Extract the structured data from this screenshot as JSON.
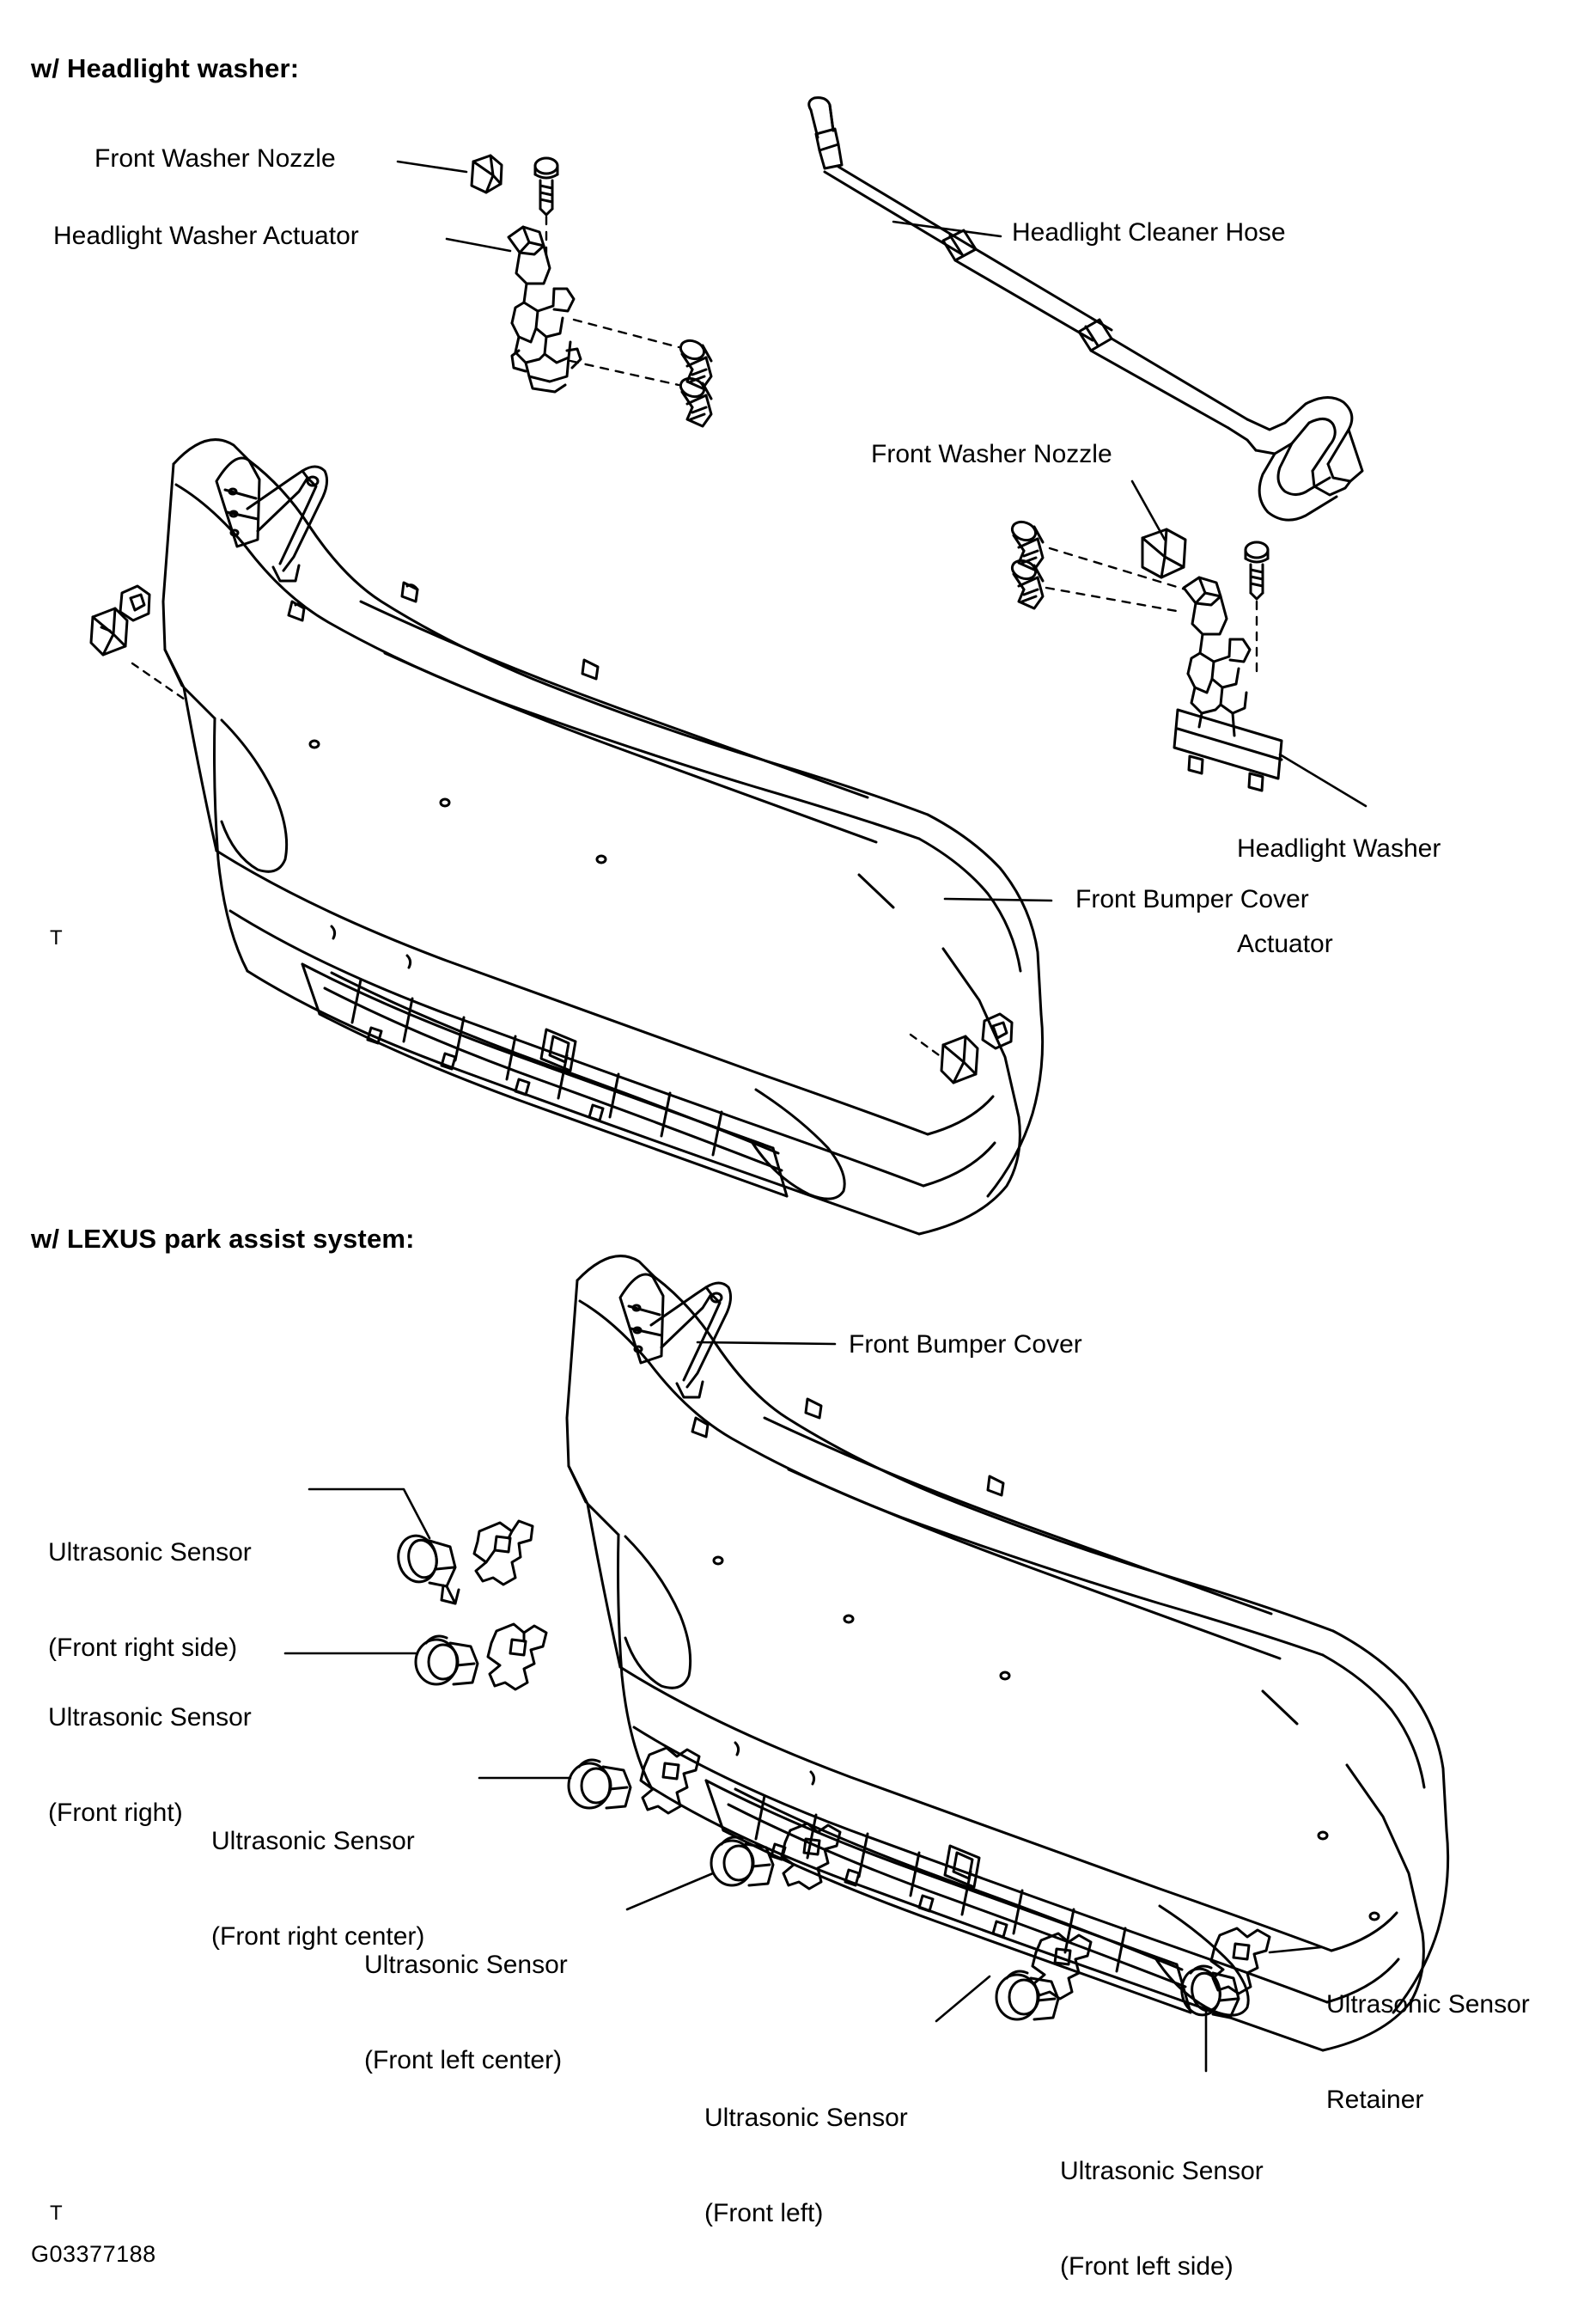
{
  "document": {
    "figure_code": "G03377188",
    "page_marks": [
      "T",
      "T"
    ]
  },
  "sections": [
    {
      "id": "headlight-washer",
      "header": "w/ Headlight washer:",
      "callouts": [
        {
          "id": "front-washer-nozzle-left",
          "lines": [
            "Front Washer Nozzle"
          ]
        },
        {
          "id": "headlight-washer-actuator-left",
          "lines": [
            "Headlight Washer Actuator"
          ]
        },
        {
          "id": "headlight-cleaner-hose",
          "lines": [
            "Headlight Cleaner Hose"
          ]
        },
        {
          "id": "front-washer-nozzle-right",
          "lines": [
            "Front Washer Nozzle"
          ]
        },
        {
          "id": "headlight-washer-actuator-right",
          "lines": [
            "Headlight Washer",
            "Actuator"
          ]
        },
        {
          "id": "front-bumper-cover-top",
          "lines": [
            "Front Bumper Cover"
          ]
        }
      ]
    },
    {
      "id": "lexus-park-assist",
      "header": "w/ LEXUS park assist system:",
      "callouts": [
        {
          "id": "front-bumper-cover-bottom",
          "lines": [
            "Front Bumper Cover"
          ]
        },
        {
          "id": "ultrasonic-sensor-front-right-side",
          "lines": [
            "Ultrasonic Sensor",
            "(Front right side)"
          ]
        },
        {
          "id": "ultrasonic-sensor-front-right",
          "lines": [
            "Ultrasonic Sensor",
            "(Front right)"
          ]
        },
        {
          "id": "ultrasonic-sensor-front-right-center",
          "lines": [
            "Ultrasonic Sensor",
            "(Front right center)"
          ]
        },
        {
          "id": "ultrasonic-sensor-front-left-center",
          "lines": [
            "Ultrasonic Sensor",
            "(Front left center)"
          ]
        },
        {
          "id": "ultrasonic-sensor-front-left",
          "lines": [
            "Ultrasonic Sensor",
            "(Front left)"
          ]
        },
        {
          "id": "ultrasonic-sensor-front-left-side",
          "lines": [
            "Ultrasonic Sensor",
            "(Front left side)"
          ]
        },
        {
          "id": "ultrasonic-sensor-retainer",
          "lines": [
            "Ultrasonic Sensor",
            "Retainer"
          ]
        }
      ]
    }
  ],
  "labels": {
    "sec1_header": "w/ Headlight washer:",
    "sec1_front_washer_nozzle_l": "Front Washer Nozzle",
    "sec1_headlight_washer_actuator_l": "Headlight Washer Actuator",
    "sec1_headlight_cleaner_hose": "Headlight Cleaner Hose",
    "sec1_front_washer_nozzle_r": "Front Washer Nozzle",
    "sec1_hw_actuator_r_line1": "Headlight Washer",
    "sec1_hw_actuator_r_line2": "Actuator",
    "sec1_front_bumper_cover": "Front Bumper Cover",
    "sec1_mark_t": "T",
    "sec2_header": "w/ LEXUS park assist system:",
    "sec2_front_bumper_cover": "Front Bumper Cover",
    "sec2_us_fr_side_l1": "Ultrasonic Sensor",
    "sec2_us_fr_side_l2": "(Front right side)",
    "sec2_us_fr_l1": "Ultrasonic Sensor",
    "sec2_us_fr_l2": "(Front right)",
    "sec2_us_frc_l1": "Ultrasonic Sensor",
    "sec2_us_frc_l2": "(Front right center)",
    "sec2_us_flc_l1": "Ultrasonic Sensor",
    "sec2_us_flc_l2": "(Front left center)",
    "sec2_us_fl_l1": "Ultrasonic Sensor",
    "sec2_us_fl_l2": "(Front left)",
    "sec2_us_fl_side_l1": "Ultrasonic Sensor",
    "sec2_us_fl_side_l2": "(Front left side)",
    "sec2_us_retainer_l1": "Ultrasonic Sensor",
    "sec2_us_retainer_l2": "Retainer",
    "sec2_mark_t": "T",
    "figure_code": "G03377188"
  },
  "colors": {
    "ink": "#000000",
    "paper": "#ffffff"
  }
}
